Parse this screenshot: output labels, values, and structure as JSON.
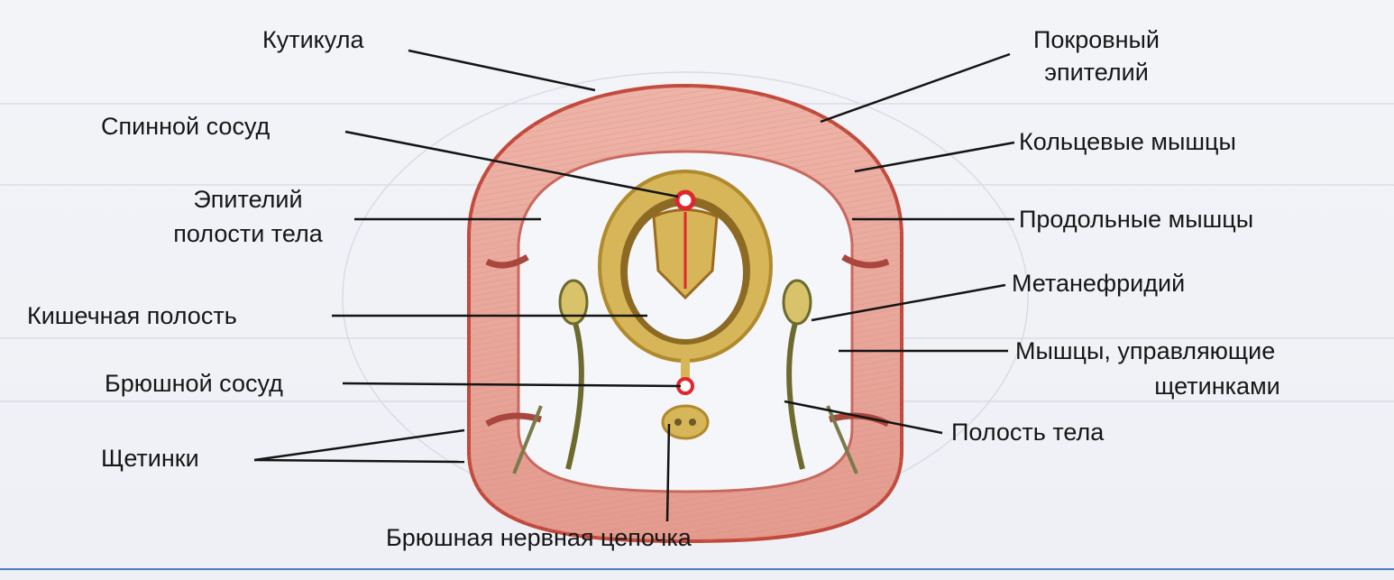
{
  "diagram": {
    "labels": {
      "cuticle": "Кутикула",
      "integument_1": "Покровный",
      "integument_2": "эпителий",
      "dorsal_vessel": "Спинной сосуд",
      "ring_muscles": "Кольцевые мышцы",
      "coelom_epithelium_1": "Эпителий",
      "coelom_epithelium_2": "полости тела",
      "long_muscles": "Продольные мышцы",
      "metanephridium": "Метанефридий",
      "gut_cavity": "Кишечная полость",
      "setae_muscles_1": "Мышцы, управляющие",
      "setae_muscles_2": "щетинками",
      "ventral_vessel": "Брюшной сосуд",
      "body_cavity": "Полость тела",
      "setae": "Щетинки",
      "nerve_cord": "Брюшная нервная цепочка"
    },
    "colors": {
      "muscle": "#e9a79c",
      "muscle_dark": "#c9695e",
      "cuticle": "#c24a3c",
      "gut_wall": "#c8a24a",
      "gut_inner": "#9c6a1e",
      "vessel": "#e0272e",
      "leader": "#141414"
    }
  }
}
